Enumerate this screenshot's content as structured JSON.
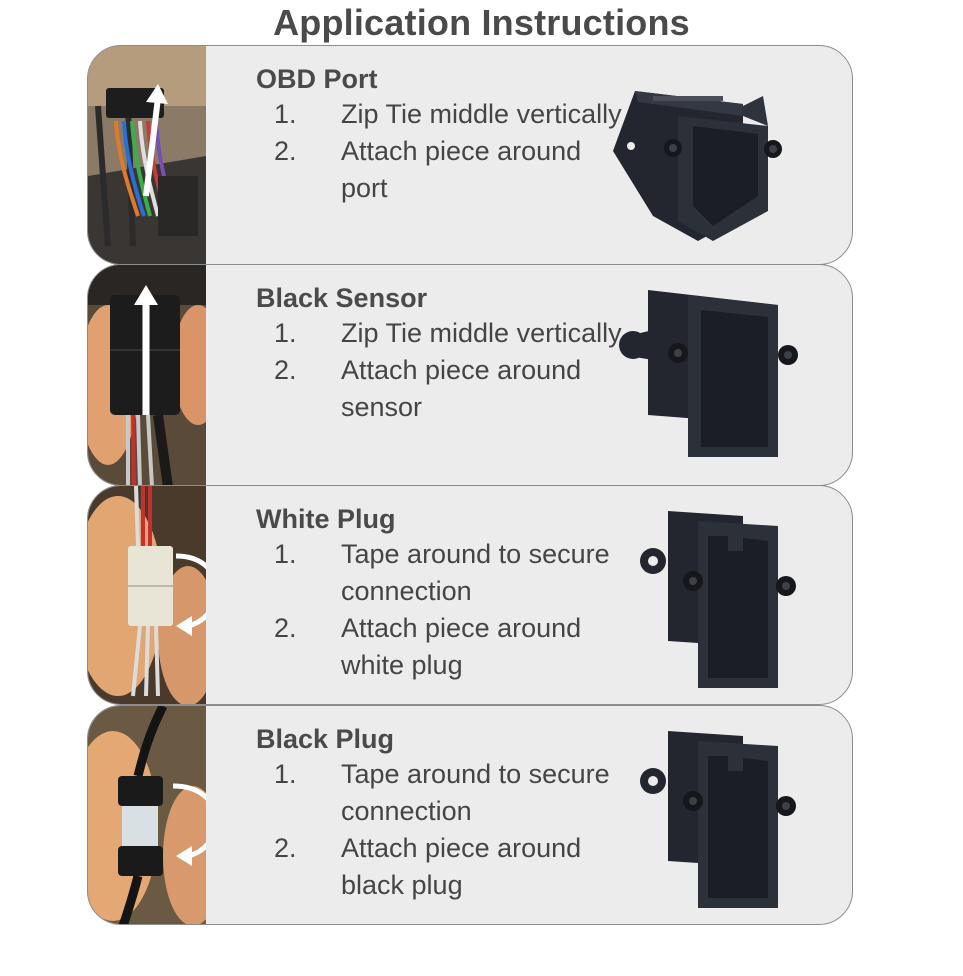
{
  "page": {
    "title": "Application Instructions"
  },
  "colors": {
    "card_bg": "#ececec",
    "card_border": "#8c8c8c",
    "text": "#454545",
    "part": "#23262e"
  },
  "cards": [
    {
      "heading": "OBD Port",
      "photo_icon": "obd-port-photo",
      "steps": [
        {
          "num": "1.",
          "text": "Zip Tie middle vertically"
        },
        {
          "num": "2.",
          "text": "Attach piece around port"
        }
      ]
    },
    {
      "heading": "Black Sensor",
      "photo_icon": "black-sensor-photo",
      "steps": [
        {
          "num": "1.",
          "text": "Zip Tie middle vertically"
        },
        {
          "num": "2.",
          "text": "Attach piece around sensor"
        }
      ]
    },
    {
      "heading": "White Plug",
      "photo_icon": "white-plug-photo",
      "steps": [
        {
          "num": "1.",
          "text": "Tape around to secure connection"
        },
        {
          "num": "2.",
          "text": "Attach piece around white plug"
        }
      ]
    },
    {
      "heading": "Black Plug",
      "photo_icon": "black-plug-photo",
      "steps": [
        {
          "num": "1.",
          "text": "Tape around to secure connection"
        },
        {
          "num": "2.",
          "text": "Attach piece around black plug"
        }
      ]
    }
  ]
}
